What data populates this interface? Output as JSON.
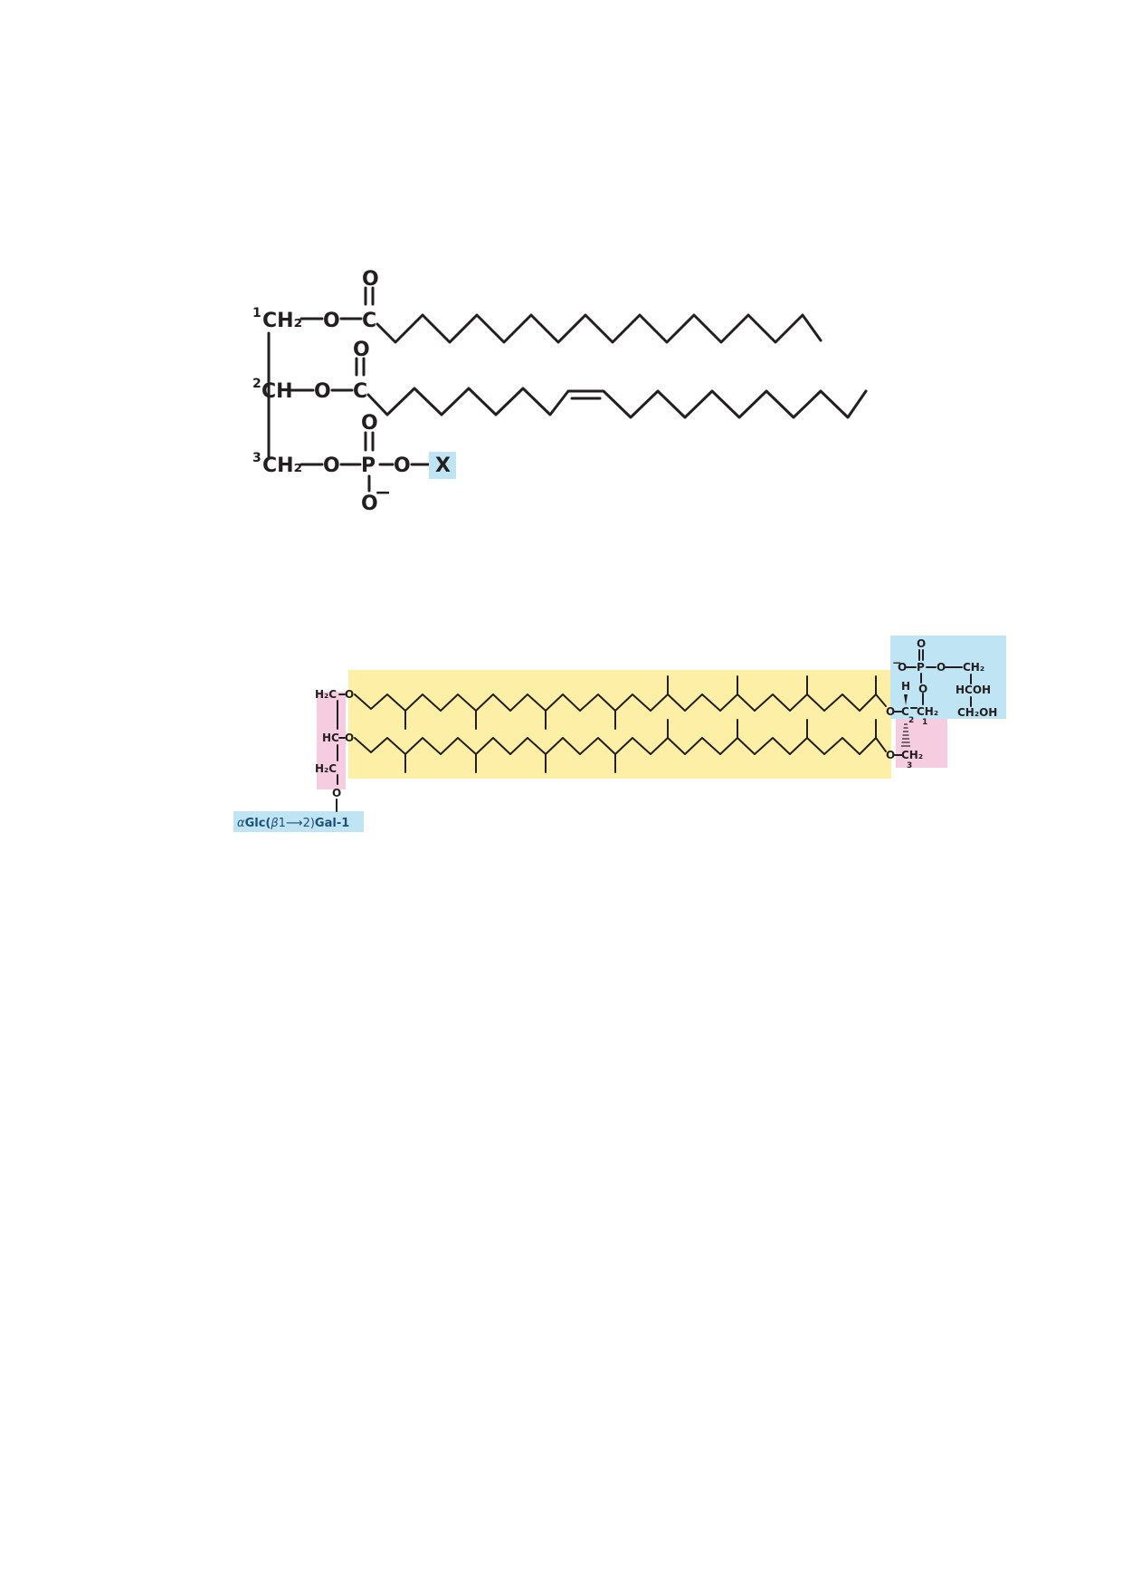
{
  "colors": {
    "blue_box": "#bfe4f3",
    "pink_box": "#f6cde0",
    "yellow_box": "#fdf0a6",
    "ink": "#231f20"
  },
  "phospholipid": {
    "c1_num": "1",
    "c2_num": "2",
    "c3_num": "3",
    "ch2": "CH₂",
    "ch": "CH",
    "o": "O",
    "c": "C",
    "p": "P",
    "minus": "−",
    "x": "X"
  },
  "archaeal_lipid": {
    "h2c": "H₂C",
    "hc": "HC",
    "o": "O",
    "c": "C",
    "h": "H",
    "minus": "−",
    "p": "P",
    "ch2": "CH₂",
    "hcoh": "HCOH",
    "ch2oh": "CH₂OH",
    "num1": "1",
    "num2": "2",
    "num3": "3",
    "sugar_label": {
      "alpha": "α",
      "glc": "Glc(",
      "beta": "β",
      "link": "1⟶2)",
      "gal": "Gal-1"
    }
  }
}
